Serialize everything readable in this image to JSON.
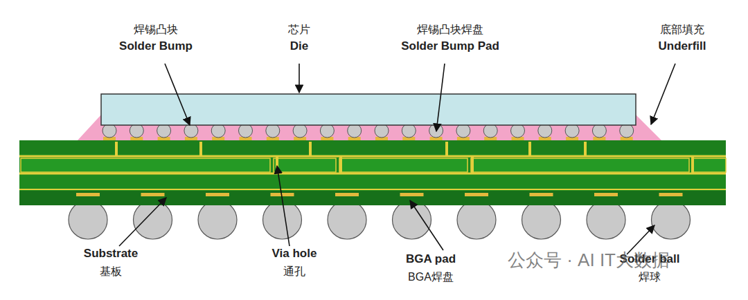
{
  "diagram": {
    "labels": [
      "焊锡凸块",
      "Solder Bump",
      "芯片",
      "Die",
      "焊锡凸块焊盘",
      "Solder Bump Pad",
      "底部填充",
      "Underfill",
      "Substrate",
      "基板",
      "Via hole",
      "通孔",
      "BGA pad",
      "BGA焊盘",
      "Solder ball",
      "焊球",
      "公众号 · AI IT大数据"
    ]
  }
}
